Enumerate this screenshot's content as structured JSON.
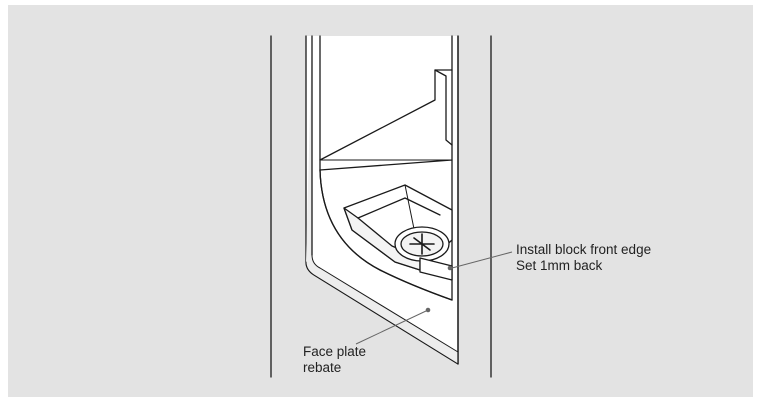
{
  "diagram": {
    "callouts": {
      "block_edge": {
        "line1": "Install block front edge",
        "line2": "Set 1mm back"
      },
      "face_plate": {
        "line1": "Face plate",
        "line2": "rebate"
      }
    }
  },
  "colors": {
    "panel_background": "#e3e3e3",
    "drawing_fill": "#ffffff",
    "rebate_shade": "#ededed",
    "stroke": "#1a1a1a",
    "leader": "#666666"
  }
}
